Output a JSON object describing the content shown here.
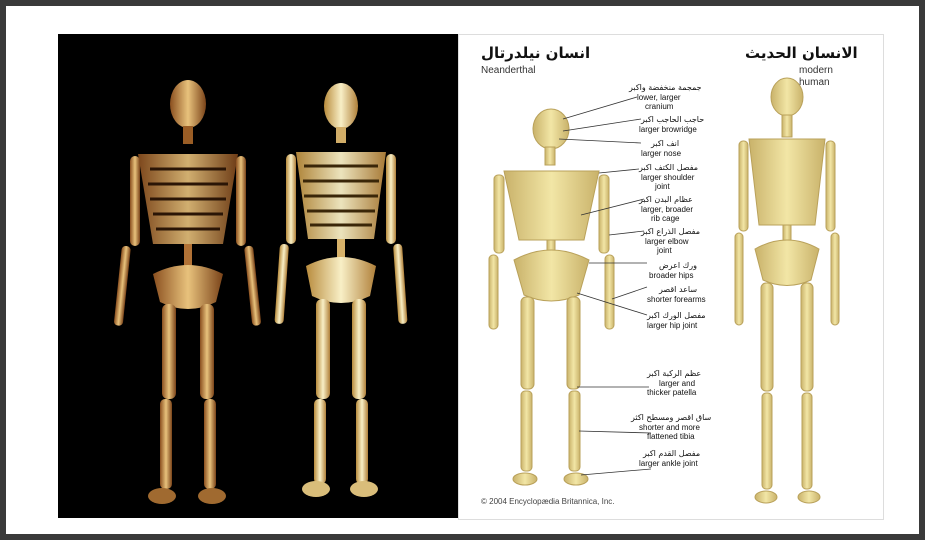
{
  "left_photo": {
    "bg": "#000000"
  },
  "diagram": {
    "neanderthal": {
      "title_ar": "انسان نيلدرتال",
      "title_en": "Neanderthal"
    },
    "modern": {
      "title_ar": "الانسان الحديث",
      "title_en_1": "modern",
      "title_en_2": "human"
    },
    "labels": [
      {
        "ar": "جمجمة منخفضة واكبر",
        "en_1": "lower, larger",
        "en_2": "cranium"
      },
      {
        "ar": "حاجب الحاجب اكبر",
        "en_1": "larger browridge",
        "en_2": ""
      },
      {
        "ar": "انف اكبر",
        "en_1": "larger nose",
        "en_2": ""
      },
      {
        "ar": "مفصل الكتف اكبر",
        "en_1": "larger shoulder",
        "en_2": "joint"
      },
      {
        "ar": "عظام البدن اكبر",
        "en_1": "larger, broader",
        "en_2": "rib cage"
      },
      {
        "ar": "مفصل الذراع اكبر",
        "en_1": "larger elbow",
        "en_2": "joint"
      },
      {
        "ar": "ورك اعرض",
        "en_1": "broader hips",
        "en_2": ""
      },
      {
        "ar": "ساعد اقصر",
        "en_1": "shorter forearms",
        "en_2": ""
      },
      {
        "ar": "مفصل الورك اكبر",
        "en_1": "larger hip joint",
        "en_2": ""
      },
      {
        "ar": "عظم الركبة اكبر",
        "en_1": "larger and",
        "en_2": "thicker patella"
      },
      {
        "ar": "ساق اقصر ومسطح اكثر",
        "en_1": "shorter and more",
        "en_2": "flattened tibia"
      },
      {
        "ar": "مفصل القدم اكبر",
        "en_1": "larger ankle joint",
        "en_2": ""
      }
    ],
    "copyright": "© 2004 Encyclopædia Britannica, Inc."
  },
  "colors": {
    "bone": "#f2e6a6",
    "bone_shadow": "#c9b26a",
    "bone_dark": "#b7793c",
    "frame": "#3a3a3a"
  }
}
